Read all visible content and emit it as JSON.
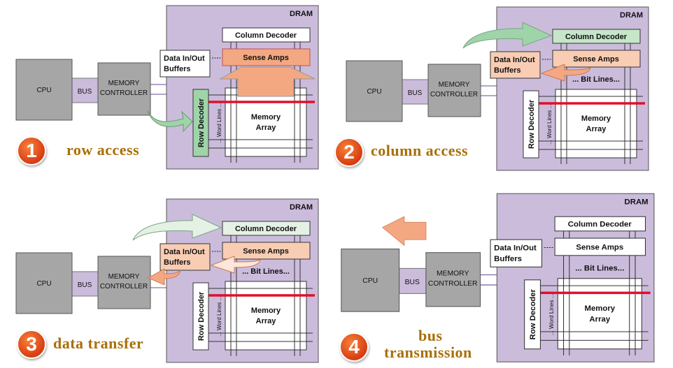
{
  "labels": {
    "dram": "DRAM",
    "column_decoder": "Column Decoder",
    "sense_amps": "Sense Amps",
    "buffers_line1": "Data In/Out",
    "buffers_line2": "Buffers",
    "cpu": "CPU",
    "bus": "BUS",
    "controller_line1": "MEMORY",
    "controller_line2": "CONTROLLER",
    "row_decoder": "Row Decoder",
    "word_lines": "... Word Lines ...",
    "bit_lines": "... Bit Lines...",
    "array_line1": "Memory",
    "array_line2": "Array"
  },
  "panels": [
    {
      "step": "1",
      "title": "row access",
      "highlight": "row"
    },
    {
      "step": "2",
      "title": "column access",
      "highlight": "column"
    },
    {
      "step": "3",
      "title": "data transfer",
      "highlight": "transfer"
    },
    {
      "step": "4",
      "title_line1": "bus",
      "title_line2": "transmission",
      "highlight": "bus"
    }
  ],
  "colors": {
    "dram_fill": "#cbbcdc",
    "chip_gray": "#a6a6a6",
    "sense_amps_active": "#f4a882",
    "light_orange": "#f9cdb3",
    "row_decoder_active": "#9fd4a9",
    "column_decoder_active": "#c6e6c9",
    "column_decoder_pale": "#e4f1e4",
    "selected_row": "#e0102a",
    "label_text": "#a86f08",
    "badge": "#e0501c"
  }
}
